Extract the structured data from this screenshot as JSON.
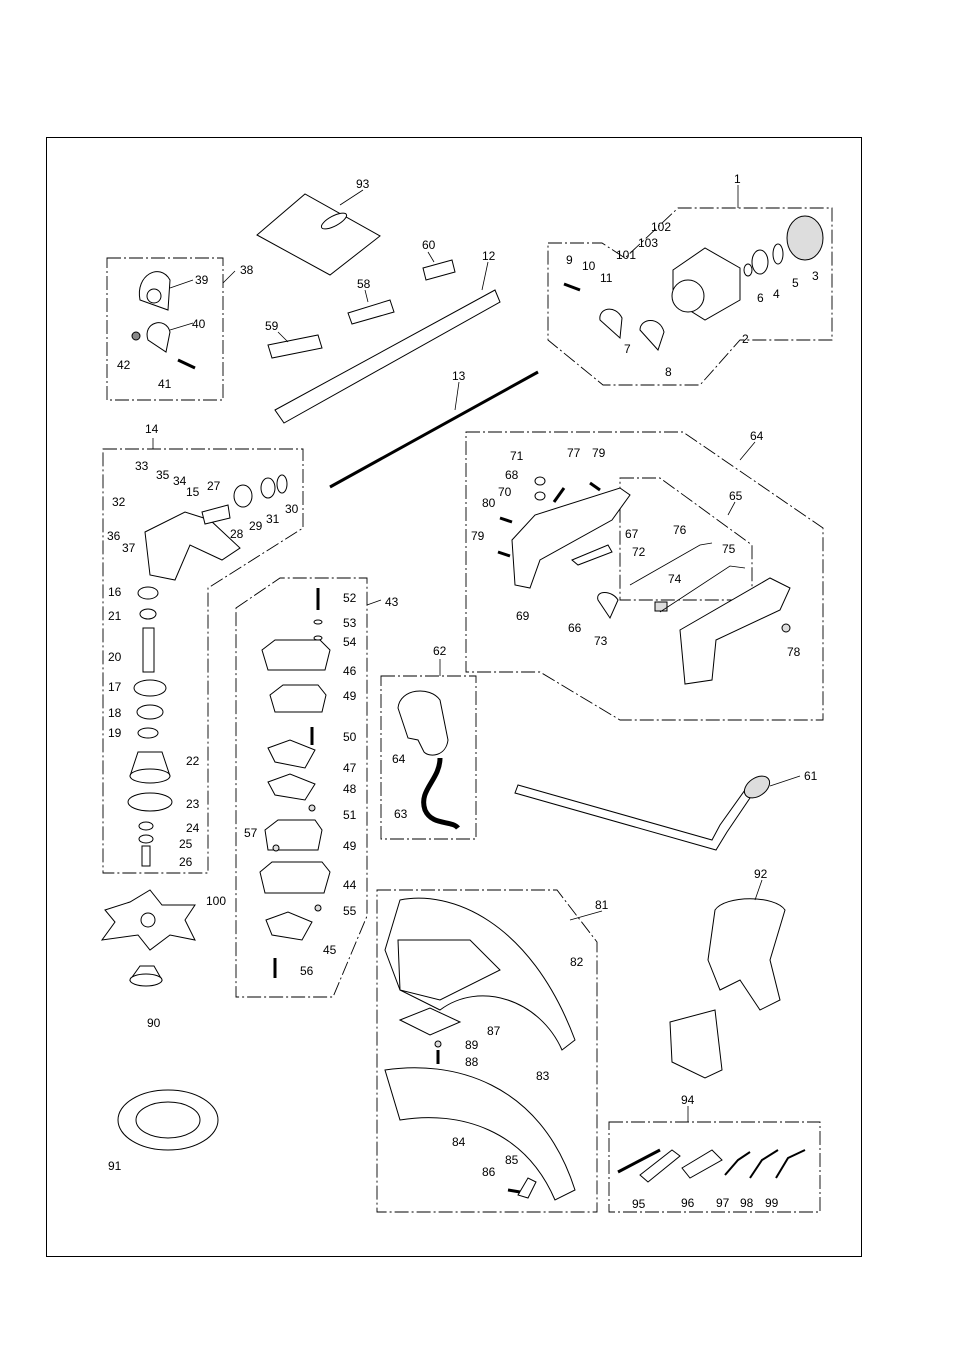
{
  "labels": {
    "p1": "1",
    "p2": "2",
    "p3": "3",
    "p4": "4",
    "p5": "5",
    "p6": "6",
    "p7": "7",
    "p8": "8",
    "p9": "9",
    "p10": "10",
    "p11": "11",
    "p12": "12",
    "p13": "13",
    "p14": "14",
    "p15": "15",
    "p16": "16",
    "p17": "17",
    "p18": "18",
    "p19": "19",
    "p20": "20",
    "p21": "21",
    "p22": "22",
    "p23": "23",
    "p24": "24",
    "p25": "25",
    "p26": "26",
    "p27": "27",
    "p28": "28",
    "p29": "29",
    "p30": "30",
    "p31": "31",
    "p32": "32",
    "p33": "33",
    "p34": "34",
    "p35": "35",
    "p36": "36",
    "p37": "37",
    "p38": "38",
    "p39": "39",
    "p40": "40",
    "p41": "41",
    "p42": "42",
    "p43": "43",
    "p44": "44",
    "p45": "45",
    "p46": "46",
    "p47": "47",
    "p48": "48",
    "p49a": "49",
    "p49b": "49",
    "p50": "50",
    "p51": "51",
    "p52": "52",
    "p53": "53",
    "p54": "54",
    "p55": "55",
    "p56": "56",
    "p57": "57",
    "p58": "58",
    "p59": "59",
    "p60": "60",
    "p61": "61",
    "p62": "62",
    "p63": "63",
    "p64a": "64",
    "p64b": "64",
    "p65": "65",
    "p66": "66",
    "p67": "67",
    "p68": "68",
    "p69": "69",
    "p70": "70",
    "p71": "71",
    "p72": "72",
    "p73": "73",
    "p74": "74",
    "p75": "75",
    "p76": "76",
    "p77": "77",
    "p78": "78",
    "p79a": "79",
    "p79b": "79",
    "p80": "80",
    "p81": "81",
    "p82": "82",
    "p83": "83",
    "p84": "84",
    "p85": "85",
    "p86": "86",
    "p87": "87",
    "p88": "88",
    "p89": "89",
    "p90": "90",
    "p91": "91",
    "p92": "92",
    "p93": "93",
    "p94": "94",
    "p95": "95",
    "p96": "96",
    "p97": "97",
    "p98": "98",
    "p99": "99",
    "p100": "100",
    "p101": "101",
    "p102": "102",
    "p103": "103"
  }
}
